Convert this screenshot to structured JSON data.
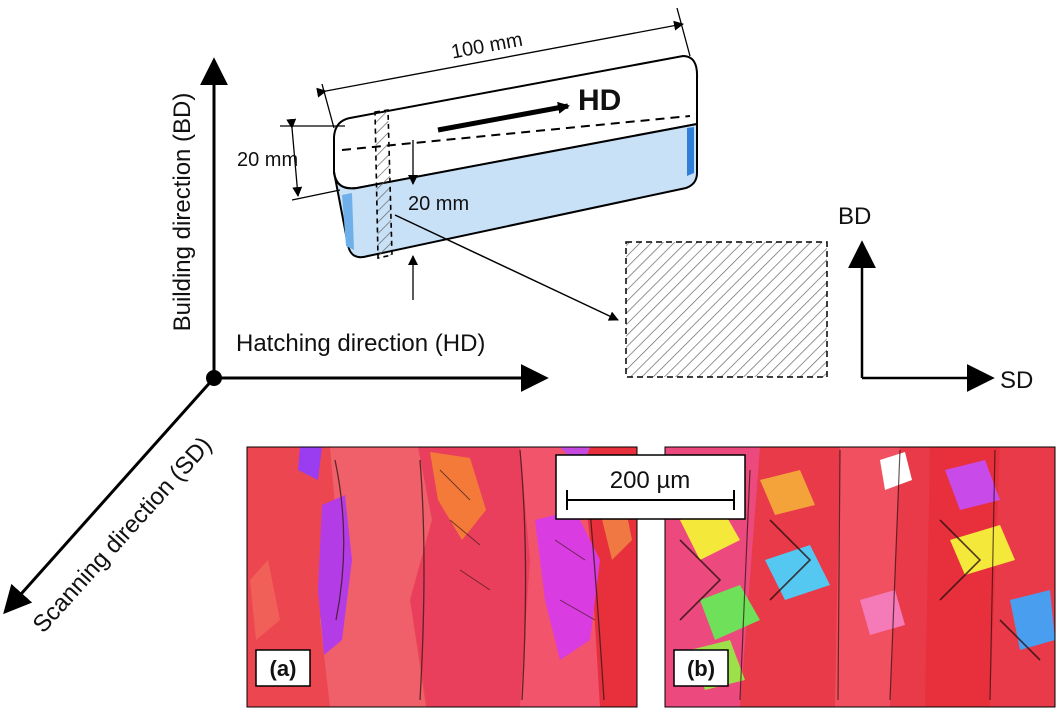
{
  "axes": {
    "building": "Building direction (BD)",
    "hatching": "Hatching direction (HD)",
    "scanning": "Scanning direction (SD)"
  },
  "specimen": {
    "length": "100 mm",
    "height": "20 mm",
    "width": "20 mm",
    "direction": "HD"
  },
  "section_axes": {
    "vertical": "BD",
    "horizontal": "SD"
  },
  "ebsd": {
    "scale_bar": "200 µm",
    "panels": [
      {
        "tag": "(a)"
      },
      {
        "tag": "(b)"
      }
    ]
  },
  "colors": {
    "specimen_fill": "#c8e1f6",
    "specimen_edge": "#2f7fd8",
    "grain_red": "#e8303d",
    "grain_pink": "#ec4a7e",
    "grain_magenta": "#d93ce0"
  }
}
